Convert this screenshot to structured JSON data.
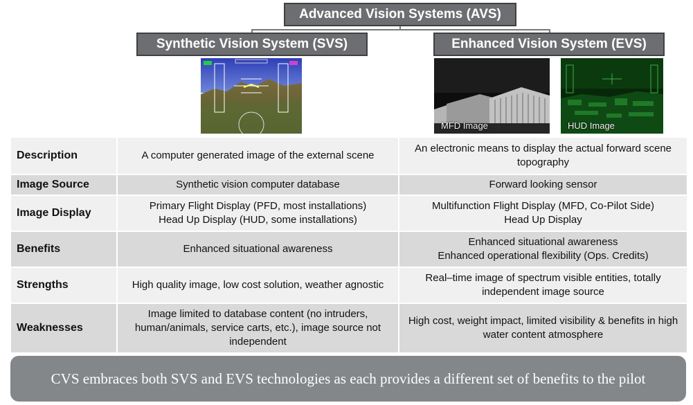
{
  "title": "Advanced Vision Systems (AVS)",
  "svs_title": "Synthetic Vision System (SVS)",
  "evs_title": "Enhanced Vision System (EVS)",
  "images": {
    "mfd_label": "MFD Image",
    "hud_label": "HUD Image"
  },
  "rows": [
    {
      "header": "Description",
      "svs": "A computer generated image of the external scene",
      "evs": "An electronic means to display the actual forward scene topography"
    },
    {
      "header": "Image Source",
      "svs": "Synthetic vision computer database",
      "evs": "Forward looking sensor"
    },
    {
      "header": "Image Display",
      "svs": "Primary Flight Display (PFD, most installations)\nHead Up Display (HUD, some installations)",
      "evs": "Multifunction Flight Display (MFD, Co-Pilot Side)\nHead Up Display"
    },
    {
      "header": "Benefits",
      "svs": "Enhanced situational awareness",
      "evs": "Enhanced situational awareness\nEnhanced operational flexibility (Ops. Credits)"
    },
    {
      "header": "Strengths",
      "svs": "High quality image, low cost solution, weather agnostic",
      "evs": "Real–time image of spectrum visible entities, totally independent image source"
    },
    {
      "header": "Weaknesses",
      "svs": "Image limited to database content (no intruders, human/animals, service carts, etc.), image source not independent",
      "evs": "High cost, weight impact, limited visibility & benefits in high water content atmosphere"
    }
  ],
  "banner": "CVS embraces both SVS and EVS technologies as each provides a different set of benefits to the pilot",
  "colors": {
    "box_fill": "#6d6e71",
    "banner_fill": "#838789",
    "row_light": "#f0f0f0",
    "row_dark": "#d9d9d9"
  }
}
